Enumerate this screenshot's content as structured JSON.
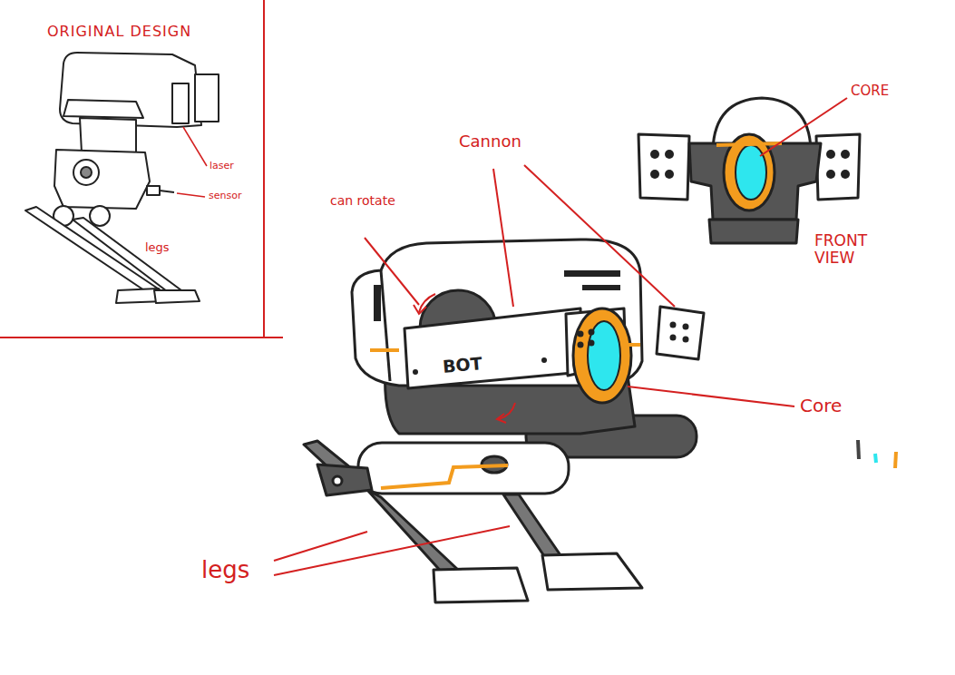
{
  "diagram": {
    "labels": [
      "ORIGINAL DESIGN",
      "laser",
      "sensor",
      "legs",
      "can rotate",
      "Cannon",
      "CORE",
      "FRONT VIEW",
      "BOT",
      "Core",
      "legs"
    ]
  }
}
